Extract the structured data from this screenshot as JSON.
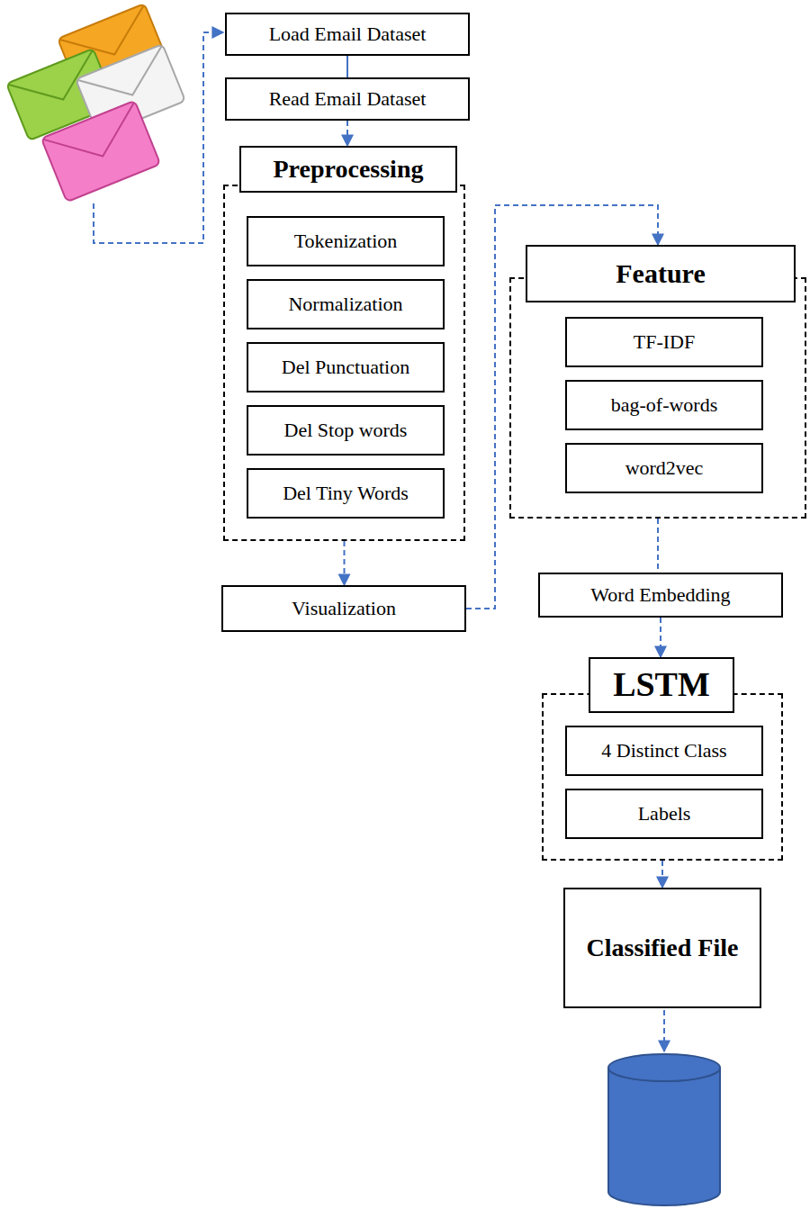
{
  "diagram": {
    "nodes": [
      {
        "text": [
          "Load Email Dataset"
        ]
      },
      {
        "text": [
          "Read Email Dataset"
        ]
      },
      {
        "text": [
          "Preprocessing"
        ]
      },
      {
        "text": [
          "Tokenization"
        ],
        "in": 2
      },
      {
        "text": [
          "Normalization"
        ],
        "in": 2
      },
      {
        "text": [
          "Del Punctuation"
        ],
        "in": 2
      },
      {
        "text": [
          "Del Stop words"
        ],
        "in": 2
      },
      {
        "text": [
          "Del Tiny Words"
        ],
        "in": 2
      },
      {
        "text": [
          "Visualization"
        ]
      },
      {
        "text": [
          "Feature"
        ]
      },
      {
        "text": [
          "TF-IDF"
        ],
        "in": 9
      },
      {
        "text": [
          "bag-of-words"
        ],
        "in": 9
      },
      {
        "text": [
          "word2vec"
        ],
        "in": 9
      },
      {
        "text": [
          "Word Embedding"
        ]
      },
      {
        "text": [
          "LSTM"
        ]
      },
      {
        "text": [
          "4 Distinct Class"
        ],
        "in": 14
      },
      {
        "text": [
          "Labels"
        ],
        "in": 14
      },
      {
        "text": [
          "Classified File"
        ]
      }
    ],
    "edges": [
      {
        "from": 0,
        "to": 1,
        "arrow": "none"
      },
      {
        "from": 1,
        "to": 2,
        "arrow": "to"
      },
      {
        "from": 2,
        "to": 8,
        "arrow": "to"
      },
      {
        "from": 8,
        "to": 9,
        "arrow": "to"
      },
      {
        "from": 9,
        "to": 13,
        "arrow": "none"
      },
      {
        "from": 13,
        "to": 14,
        "arrow": "to"
      },
      {
        "from": 14,
        "to": 17,
        "arrow": "to"
      }
    ]
  }
}
